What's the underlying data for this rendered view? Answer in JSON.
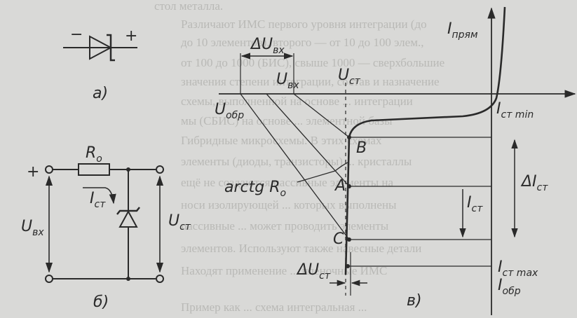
{
  "background_text": [
    "стол металла.",
    "Различают ИМС первого уровня интеграции (до",
    "до 10 элементов), второго — от 10 до 100 элем.,",
    "от 100 до 1000 (БИС), свыше 1000 — сверхбольшие",
    "значения степени интеграции, состав и назначение",
    "схемы, выполненной на основе ... интеграции",
    "мы (СБИС) на основе ... элементной базы",
    "Гибридные микросхемы. В этих схемах",
    "элементы (диоды, транзисторы) ... кристаллы",
    "ещё не создаются пассивные элементы на",
    "носи изолирующей ... которых выполнены",
    "пассивные ... может проводить элементы",
    "элементов. Используют также навесные детали",
    "Находят применение ... пленочные ИМС",
    "Пример как ... схема интегральная ..."
  ],
  "diagram_a": {
    "caption": "а)",
    "minus": "−",
    "plus": "+"
  },
  "diagram_b": {
    "caption": "б)",
    "r0": "R",
    "r0_sub": "o",
    "plus": "+",
    "u_in": "U",
    "u_in_sub": "вх",
    "i_st": "I",
    "i_st_sub": "ст",
    "u_st": "U",
    "u_st_sub": "ст"
  },
  "diagram_v": {
    "caption": "в)",
    "delta_u_in": "ΔU",
    "delta_u_in_sub": "вх",
    "u_in": "U",
    "u_in_sub": "вх",
    "u_st": "U",
    "u_st_sub": "ст",
    "u_rev": "U",
    "u_rev_sub": "обр",
    "i_fwd": "I",
    "i_fwd_sub": "прям",
    "i_st_min": "I",
    "i_st_min_sub": "ст min",
    "point_b": "B",
    "point_a": "A",
    "point_c": "C",
    "arctg": "arctg R",
    "arctg_sub": "o",
    "delta_i_st": "ΔI",
    "delta_i_st_sub": "ст",
    "i_st": "I",
    "i_st_sub": "ст",
    "delta_u_st": "ΔU",
    "delta_u_st_sub": "ст",
    "i_st_max": "I",
    "i_st_max_sub": "ст max",
    "i_rev": "I",
    "i_rev_sub": "обр"
  }
}
